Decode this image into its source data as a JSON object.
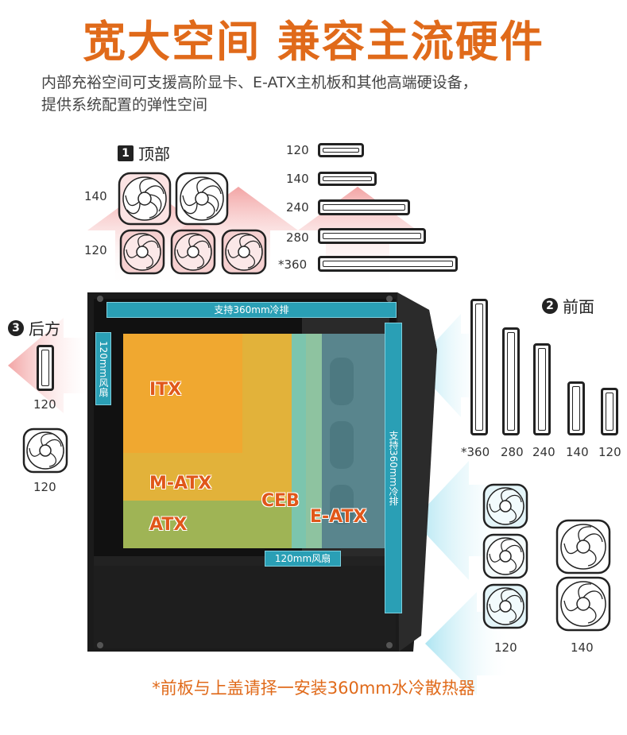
{
  "header": {
    "title": "宽大空间 兼容主流硬件",
    "desc_line1": "内部充裕空间可支援高阶显卡、E-ATX主机板和其他高端硬设备，",
    "desc_line2": "提供系统配置的弹性空间"
  },
  "top": {
    "number": "1",
    "label": "顶部",
    "fan_row1_size": "140",
    "fan_row2_size": "120",
    "radiators": [
      "120",
      "140",
      "240",
      "280",
      "*360"
    ]
  },
  "front": {
    "number": "2",
    "label": "前面",
    "radiators": [
      "*360",
      "280",
      "240",
      "140",
      "120"
    ],
    "fan_col1_size": "120",
    "fan_col2_size": "140"
  },
  "rear": {
    "number": "3",
    "label": "后方",
    "slot_size": "120",
    "fan_size": "120"
  },
  "case": {
    "top_radiator": "支持360mm冷排",
    "front_radiator": "支持360mm冷排",
    "rear_fan": "120mm风扇",
    "bottom_fan": "120mm风扇",
    "boards": [
      "ITX",
      "M-ATX",
      "ATX",
      "CEB",
      "E-ATX"
    ]
  },
  "footer": {
    "note": "*前板与上盖请择一安装360mm水冷散热器"
  },
  "colors": {
    "accent": "#e06a1a",
    "teal": "#2a9fb5",
    "itx": "#f0a830",
    "matx": "#e2b23a",
    "atx": "#9fb455",
    "ceb": "#78c7b8",
    "eatx": "#7fd0df"
  }
}
